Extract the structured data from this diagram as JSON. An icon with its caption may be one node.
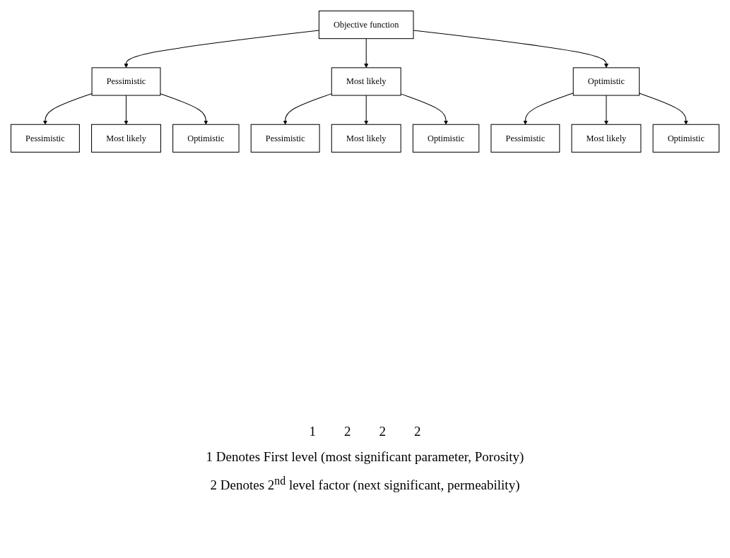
{
  "diagram": {
    "nodes": [
      {
        "text": [
          "Objective function"
        ]
      },
      {
        "text": [
          "Pessimistic"
        ]
      },
      {
        "text": [
          "Most likely"
        ]
      },
      {
        "text": [
          "Optimistic"
        ]
      },
      {
        "text": [
          "Pessimistic"
        ]
      },
      {
        "text": [
          "Most likely"
        ]
      },
      {
        "text": [
          "Optimistic"
        ]
      },
      {
        "text": [
          "Pessimistic"
        ]
      },
      {
        "text": [
          "Most likely"
        ]
      },
      {
        "text": [
          "Optimistic"
        ]
      },
      {
        "text": [
          "Pessimistic"
        ]
      },
      {
        "text": [
          "Most likely"
        ]
      },
      {
        "text": [
          "Optimistic"
        ]
      }
    ],
    "edges": [
      {
        "from": 0,
        "to": 1,
        "arrow": "to"
      },
      {
        "from": 0,
        "to": 2,
        "arrow": "to"
      },
      {
        "from": 0,
        "to": 3,
        "arrow": "to"
      },
      {
        "from": 1,
        "to": 4,
        "arrow": "to"
      },
      {
        "from": 1,
        "to": 5,
        "arrow": "to"
      },
      {
        "from": 1,
        "to": 6,
        "arrow": "to"
      },
      {
        "from": 2,
        "to": 7,
        "arrow": "to"
      },
      {
        "from": 2,
        "to": 8,
        "arrow": "to"
      },
      {
        "from": 2,
        "to": 9,
        "arrow": "to"
      },
      {
        "from": 3,
        "to": 10,
        "arrow": "to"
      },
      {
        "from": 3,
        "to": 11,
        "arrow": "to"
      },
      {
        "from": 3,
        "to": 12,
        "arrow": "to"
      }
    ],
    "labels": [
      "1",
      "2",
      "2",
      "2",
      "1 Denotes First level (most significant parameter, Porosity)",
      "2 Denotes 2$^{nd}$ level factor (next significant, permeability)"
    ]
  }
}
